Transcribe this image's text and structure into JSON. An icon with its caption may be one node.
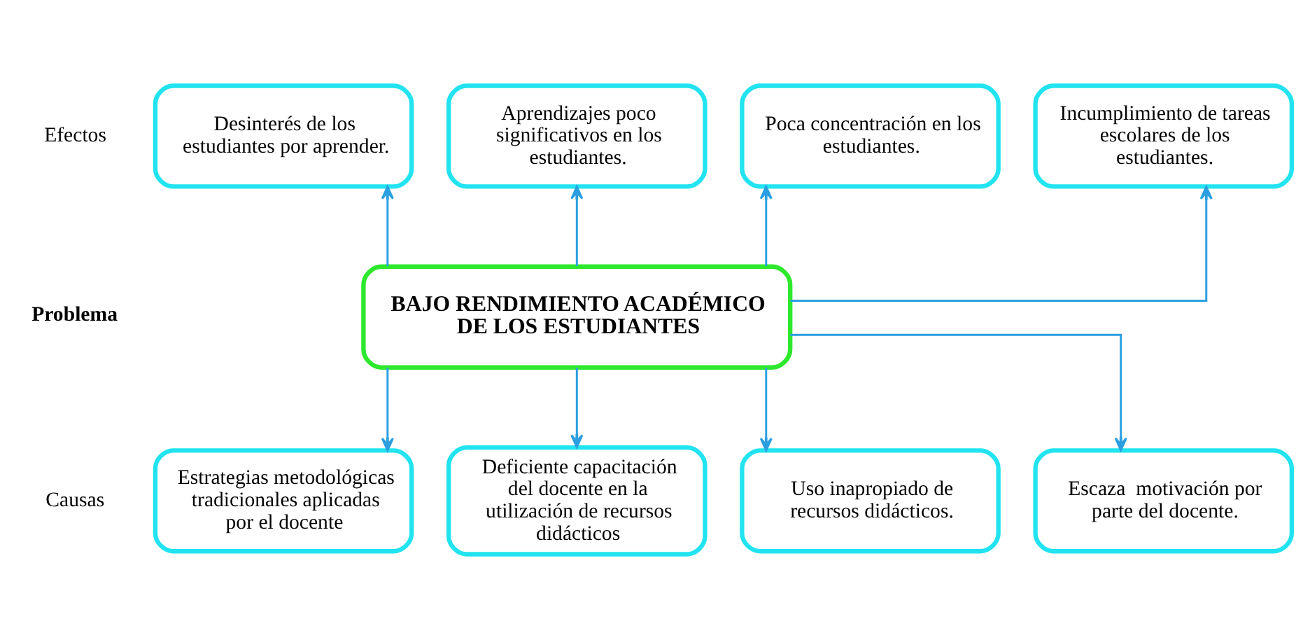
{
  "diagram": {
    "nodes": [
      {
        "text": [
          "Desinterés de los estudiantes por aprender."
        ]
      },
      {
        "text": [
          "Aprendizajes poco significativos en los estudiantes."
        ]
      },
      {
        "text": [
          "Poca concentración en los estudiantes."
        ]
      },
      {
        "text": [
          "Incumplimiento de tareas escolares de los estudiantes."
        ]
      },
      {
        "text": [
          "BAJO RENDIMIENTO ACADÉMICO DE LOS ESTUDIANTES"
        ]
      },
      {
        "text": [
          "Estrategias metodológicas tradicionales aplicadas por el docente"
        ]
      },
      {
        "text": [
          "Deficiente capacitación del docente en la utilización de recursos didácticos"
        ]
      },
      {
        "text": [
          "Uso inapropiado de recursos didácticos."
        ]
      },
      {
        "text": [
          "Escaza  motivación por parte del docente."
        ]
      }
    ],
    "edges": [
      {
        "from": 4,
        "to": 0,
        "arrow": "to"
      },
      {
        "from": 4,
        "to": 1,
        "arrow": "to"
      },
      {
        "from": 4,
        "to": 2,
        "arrow": "to"
      },
      {
        "from": 4,
        "to": 3,
        "arrow": "to"
      },
      {
        "from": 4,
        "to": 5,
        "arrow": "to"
      },
      {
        "from": 4,
        "to": 6,
        "arrow": "to"
      },
      {
        "from": 4,
        "to": 7,
        "arrow": "to"
      },
      {
        "from": 4,
        "to": 8,
        "arrow": "to"
      }
    ],
    "labels": [
      "Efectos",
      "Problema",
      "Causas"
    ]
  }
}
